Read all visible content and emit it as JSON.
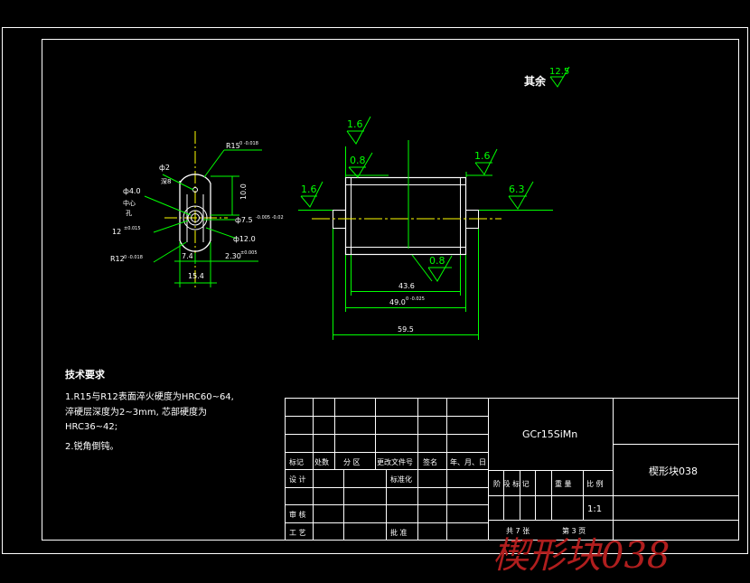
{
  "surface_finish_note": {
    "label": "其余",
    "value": "12.5"
  },
  "roughness": {
    "left_end": "1.6",
    "top_left": "1.6",
    "top_inner": "0.8",
    "top_right": "1.6",
    "right_end": "6.3",
    "bottom": "0.8"
  },
  "side_view": {
    "dim_r15": "R15",
    "dim_r15_tol": "0 -0.018",
    "dim_phi2": "ф2",
    "dim_phi2_note": "深8",
    "dim_phi4": "ф4.0",
    "dim_phi4_note1": "中心",
    "dim_phi4_note2": "孔",
    "dim_10": "10.0",
    "dim_phi7_5": "ф7.5",
    "dim_phi7_5_tol": "-0.005 -0.02",
    "dim_phi12": "ф12.0",
    "dim_r12": "R12",
    "dim_r12_tol": "0 -0.018",
    "dim_12": "12",
    "dim_12_tol": "±0.015",
    "dim_7_4": "7.4",
    "dim_2_3": "2.30",
    "dim_2_3_tol": "±0.005",
    "dim_15_4": "15.4"
  },
  "front_view": {
    "dim_43_6": "43.6",
    "dim_49": "49.0",
    "dim_49_tol": "0 -0.025",
    "dim_59_5": "59.5"
  },
  "tech_req": {
    "title": "技术要求",
    "line1": "1.R15与R12表面淬火硬度为HRC60~64,",
    "line2": "淬硬层深度为2~3mm, 芯部硬度为",
    "line3": "HRC36~42;",
    "line4": "2.锐角倒钝。"
  },
  "title_block": {
    "material": "GCr15SiMn",
    "part_name": "楔形块038",
    "h_mark": "标记",
    "h_count": "处数",
    "h_zone": "分 区",
    "h_doc": "更改文件号",
    "h_sign": "签名",
    "h_date": "年、月、日",
    "design": "设 计",
    "standardize": "标准化",
    "review": "审 核",
    "process": "工 艺",
    "approve": "批 准",
    "stage": "阶 段 标 记",
    "weight": "重 量",
    "scale_label": "比 例",
    "scale": "1:1",
    "sheets_total": "共 7 张",
    "sheet_no": "第 3 页"
  },
  "watermark": "楔形块038"
}
